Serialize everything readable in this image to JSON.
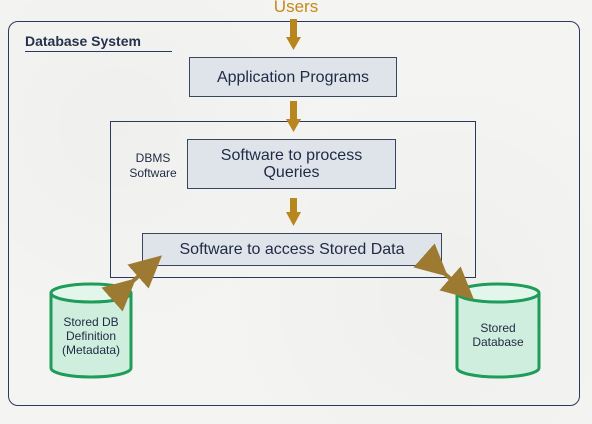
{
  "title": "Users",
  "system": {
    "label": "Database System"
  },
  "nodes": {
    "application_programs": "Application Programs",
    "query_processor": "Software to process Queries",
    "data_access": "Software to access Stored Data"
  },
  "dbms": {
    "label": "DBMS Software"
  },
  "stores": {
    "metadata": "Stored DB Definition (Metadata)",
    "database": "Stored Database"
  },
  "colors": {
    "arrow": "#b8861e",
    "bidirectional_arrow": "#9c7a32",
    "cylinder_fill": "#cfeedd",
    "cylinder_stroke": "#1f9c5a"
  }
}
